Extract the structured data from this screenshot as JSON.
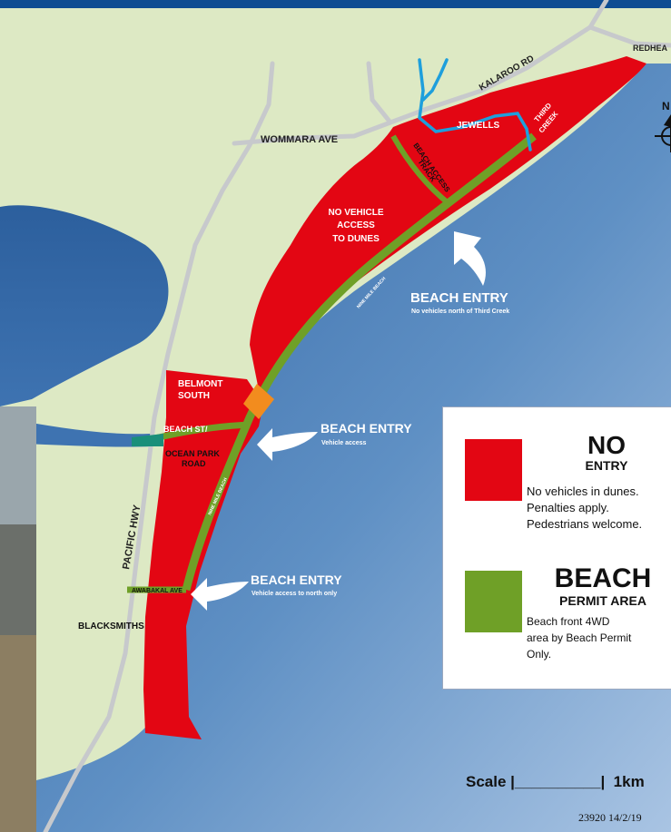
{
  "colors": {
    "no_entry": "#e30613",
    "beach_permit": "#6fa027",
    "header_band": "#0e4d92",
    "land": "#dde9c4",
    "ocean": "#4f80b8",
    "roads": "#c7c9cc",
    "creeks": "#1e9fdc",
    "vehicle_access": "#f28c1e"
  },
  "roads": {
    "kalaroo_rd": "KALAROO RD",
    "redhead": "REDHEA",
    "wommara_ave": "WOMMARA AVE",
    "pacific_hwy": "PACIFIC HWY",
    "beach_st": "BEACH ST/",
    "ocean_park_road_1": "OCEAN PARK",
    "ocean_park_road_2": "ROAD",
    "awabakal_ave": "AWABAKAL AVE"
  },
  "places": {
    "jewells": "JEWELLS",
    "third_creek_1": "THIRD",
    "third_creek_2": "CREEK",
    "belmont_south_1": "BELMONT",
    "belmont_south_2": "SOUTH",
    "blacksmiths": "BLACKSMITHS",
    "beach_access_track_1": "BEACH ACCESS",
    "beach_access_track_2": "TRACK",
    "nine_mile_beach_north": "NINE MILE BEACH",
    "nine_mile_beach_south": "NINE MILE BEACH"
  },
  "zone_labels": {
    "no_vehicle_1": "NO VEHICLE",
    "no_vehicle_2": "ACCESS",
    "no_vehicle_3": "TO DUNES"
  },
  "beach_entries": [
    {
      "title": "BEACH ENTRY",
      "subtitle": "No vehicles north of Third Creek"
    },
    {
      "title": "BEACH ENTRY",
      "subtitle": "Vehicle access"
    },
    {
      "title": "BEACH ENTRY",
      "subtitle": "Vehicle access to north only"
    }
  ],
  "north_letter": "N",
  "legend": {
    "no_entry": {
      "title": "NO",
      "subtitle": "ENTRY",
      "lines": [
        "No vehicles in dunes.",
        "Penalties apply.",
        "Pedestrians welcome."
      ]
    },
    "beach_permit": {
      "title": "BEACH",
      "subtitle": "PERMIT AREA",
      "lines": [
        "Beach front 4WD",
        "area by Beach Permit",
        "Only."
      ]
    }
  },
  "scale_text": "Scale |__________|  1km",
  "stamp": "23920  14/2/19"
}
